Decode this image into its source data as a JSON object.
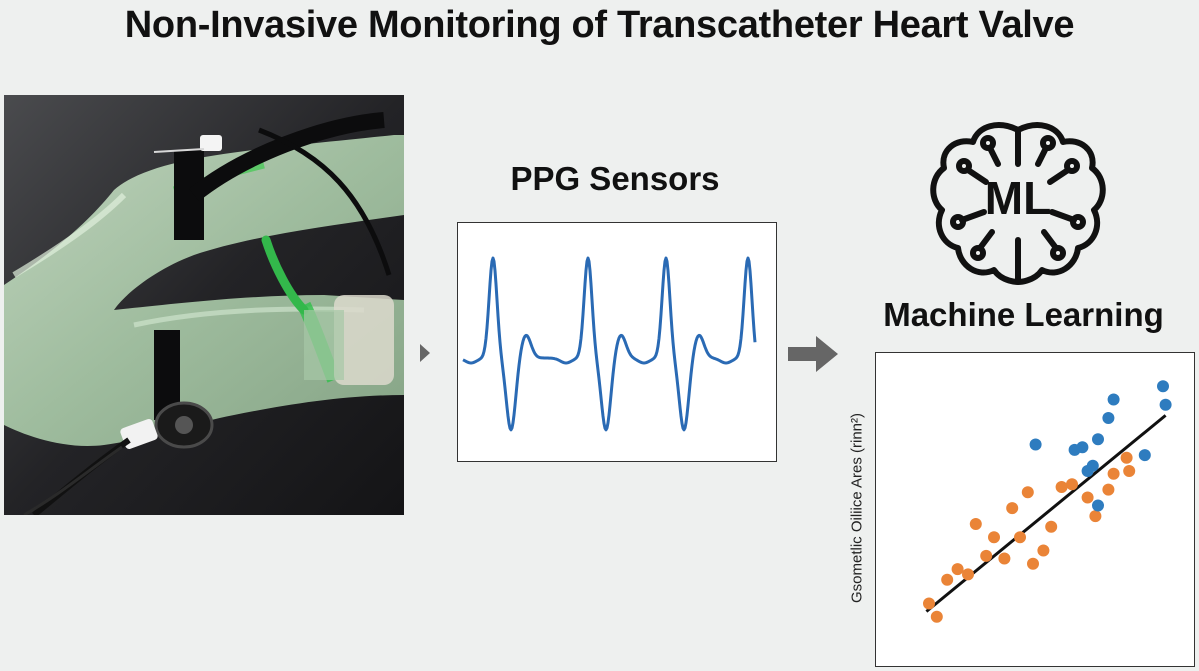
{
  "title": "Non-Invasive Monitoring of Transcatheter Heart Valve",
  "ppg": {
    "title": "PPG Sensors"
  },
  "ml": {
    "title": "Machine Learning",
    "brain_label": "ML"
  },
  "colors": {
    "waveform": "#2a6ab4",
    "series_blue": "#2e7cbf",
    "series_orange": "#ea8437",
    "arrow": "#666666"
  },
  "chart_data": {
    "type": "scatter",
    "ylabel": "Gsometlic Oiliice Ares (rinn²)",
    "xlabel": "",
    "series": [
      {
        "color": "#ea8437",
        "points": [
          [
            0.05,
            0.13
          ],
          [
            0.08,
            0.08
          ],
          [
            0.12,
            0.22
          ],
          [
            0.16,
            0.26
          ],
          [
            0.2,
            0.24
          ],
          [
            0.23,
            0.43
          ],
          [
            0.27,
            0.31
          ],
          [
            0.3,
            0.38
          ],
          [
            0.34,
            0.3
          ],
          [
            0.37,
            0.49
          ],
          [
            0.4,
            0.38
          ],
          [
            0.43,
            0.55
          ],
          [
            0.45,
            0.28
          ],
          [
            0.49,
            0.33
          ],
          [
            0.52,
            0.42
          ],
          [
            0.56,
            0.57
          ],
          [
            0.6,
            0.58
          ],
          [
            0.66,
            0.53
          ],
          [
            0.69,
            0.46
          ],
          [
            0.74,
            0.56
          ],
          [
            0.76,
            0.62
          ],
          [
            0.81,
            0.68
          ],
          [
            0.82,
            0.63
          ]
        ]
      },
      {
        "color": "#2e7cbf",
        "points": [
          [
            0.46,
            0.73
          ],
          [
            0.61,
            0.71
          ],
          [
            0.64,
            0.72
          ],
          [
            0.66,
            0.63
          ],
          [
            0.68,
            0.65
          ],
          [
            0.7,
            0.5
          ],
          [
            0.7,
            0.75
          ],
          [
            0.74,
            0.83
          ],
          [
            0.76,
            0.9
          ],
          [
            0.88,
            0.69
          ],
          [
            0.95,
            0.95
          ],
          [
            0.96,
            0.88
          ]
        ]
      }
    ],
    "trendline": [
      [
        0.04,
        0.1
      ],
      [
        0.96,
        0.84
      ]
    ],
    "xlim": [
      0,
      1
    ],
    "ylim": [
      0,
      1
    ]
  }
}
